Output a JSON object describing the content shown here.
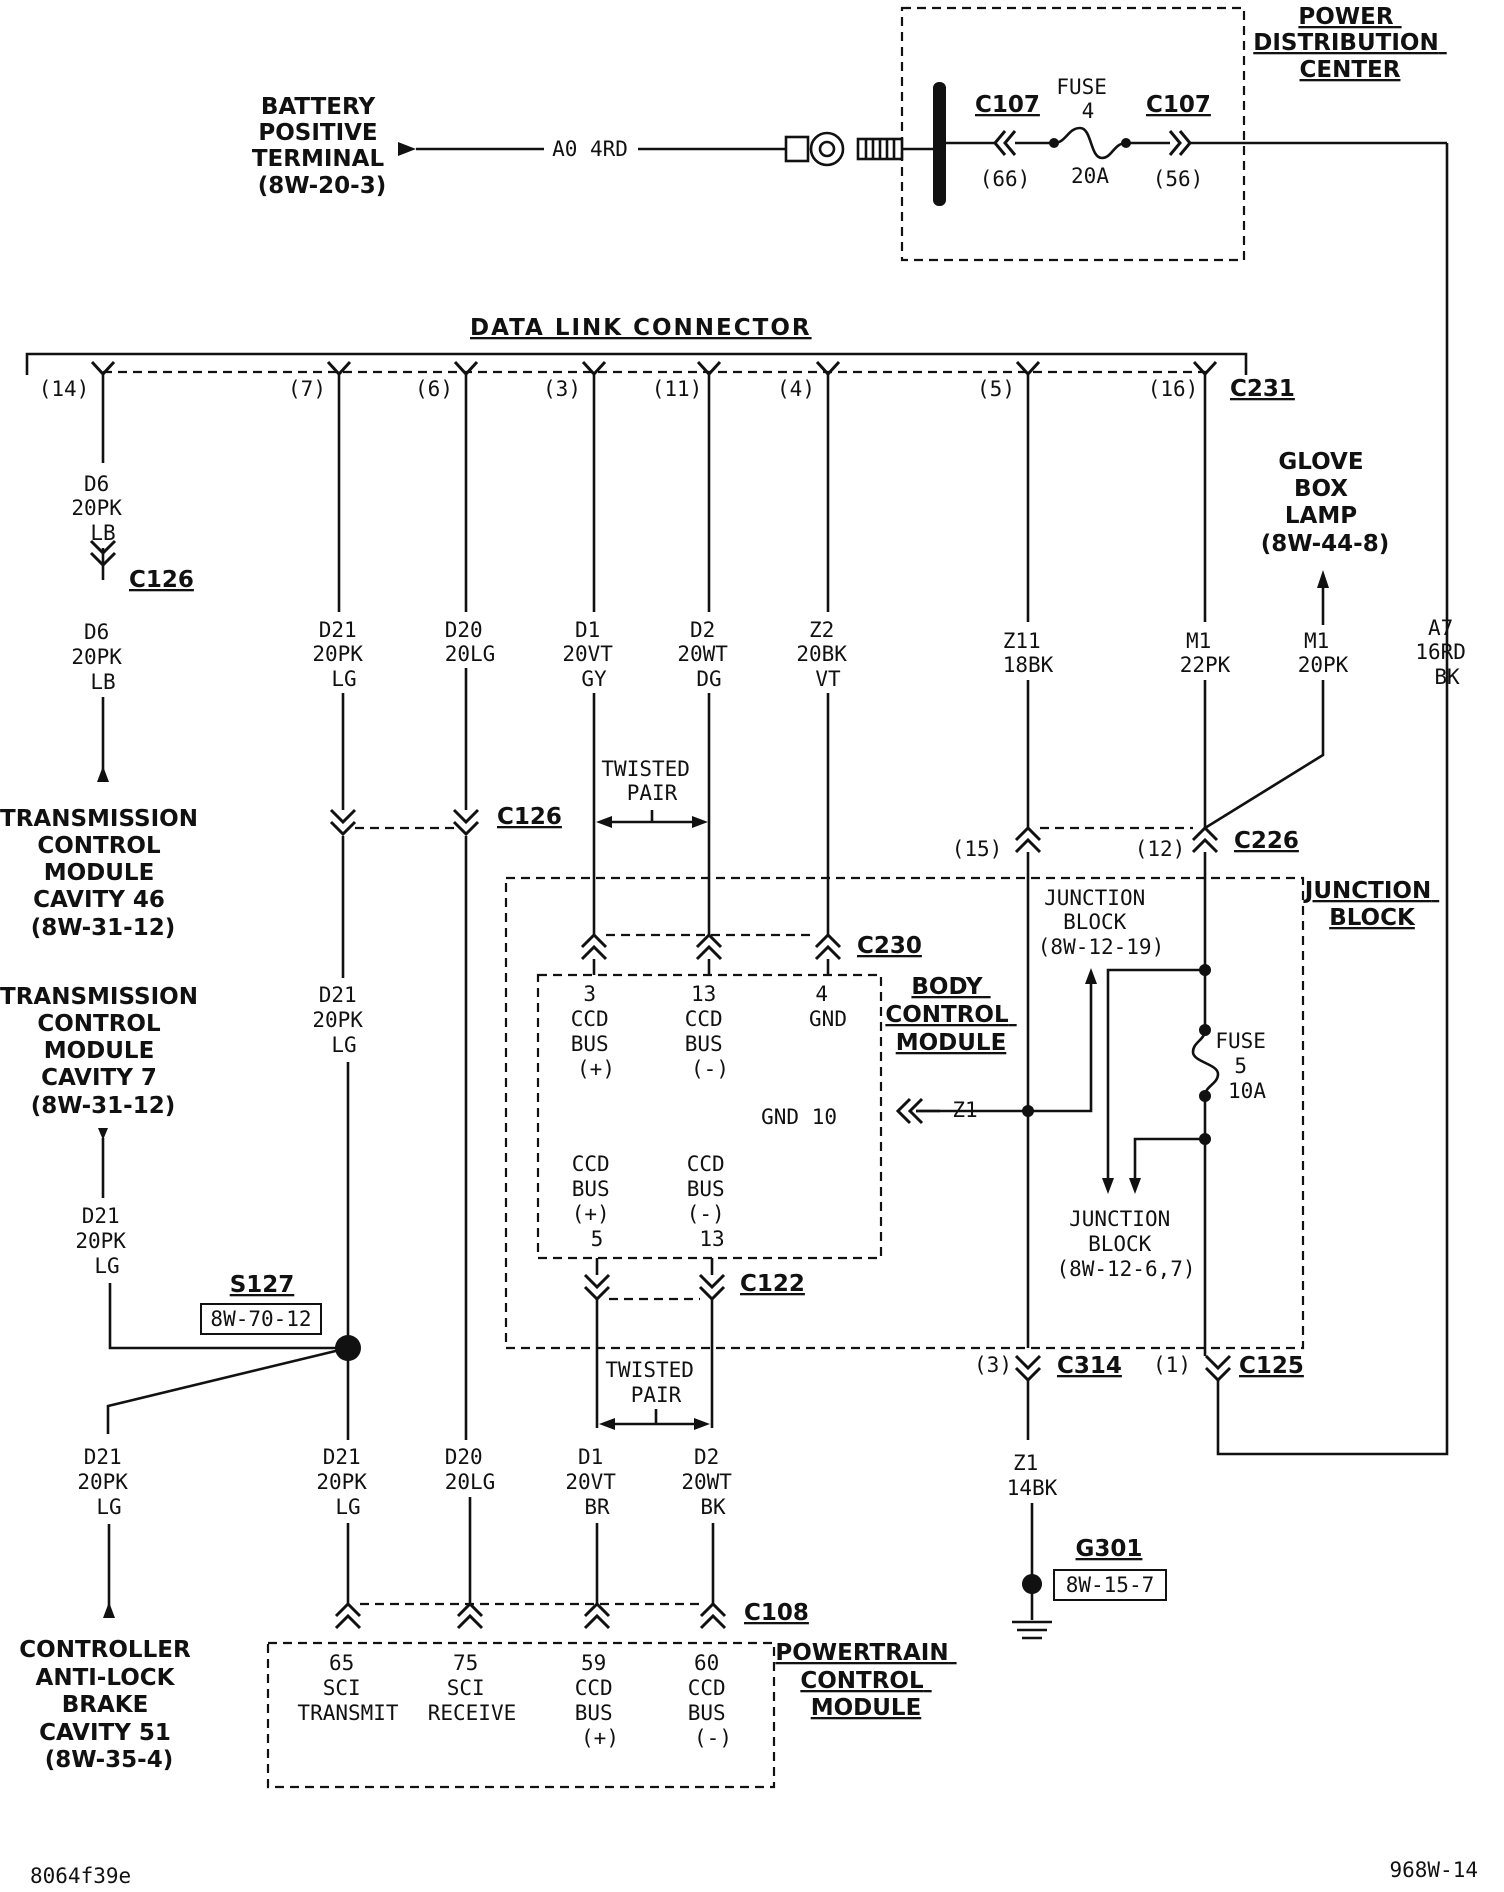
{
  "pdc": {
    "title_lines": [
      "POWER",
      "DISTRIBUTION",
      "CENTER"
    ],
    "c107": "C107",
    "fuse_lines": [
      "FUSE",
      "4"
    ],
    "rating": "20A",
    "pin_in": "(66)",
    "pin_out": "(56)"
  },
  "battery": {
    "lines": [
      "BATTERY",
      "POSITIVE",
      "TERMINAL",
      "(8W-20-3)"
    ],
    "wire": "A0 4RD"
  },
  "dlc": {
    "title": "DATA LINK CONNECTOR",
    "connector": "C231",
    "pins": [
      "(14)",
      "(7)",
      "(6)",
      "(3)",
      "(11)",
      "(4)",
      "(5)",
      "(16)"
    ]
  },
  "wires": {
    "d6": [
      "D6",
      "20PK",
      "LB"
    ],
    "d21": [
      "D21",
      "20PK",
      "LG"
    ],
    "d20": [
      "D20",
      "20LG"
    ],
    "d1": [
      "D1",
      "20VT",
      "GY"
    ],
    "d2": [
      "D2",
      "20WT",
      "DG"
    ],
    "z2": [
      "Z2",
      "20BK",
      "VT"
    ],
    "z11": [
      "Z11",
      "18BK"
    ],
    "m1a": [
      "M1",
      "22PK"
    ],
    "m1b": [
      "M1",
      "20PK"
    ],
    "a7": [
      "A7",
      "16RD",
      "BK"
    ],
    "d1b": [
      "D1",
      "20VT",
      "BR"
    ],
    "d2b": [
      "D2",
      "20WT",
      "BK"
    ],
    "z1": [
      "Z1",
      "14BK"
    ],
    "z1_short": "Z1"
  },
  "connectors": {
    "c126": "C126",
    "c226": "C226",
    "c230": "C230",
    "c122": "C122",
    "c314": "C314",
    "c125": "C125",
    "c108": "C108",
    "p15": "(15)",
    "p12": "(12)",
    "p3": "(3)",
    "p1": "(1)"
  },
  "glove_box": [
    "GLOVE",
    "BOX",
    "LAMP",
    "(8W-44-8)"
  ],
  "tcm46": [
    "TRANSMISSION",
    "CONTROL",
    "MODULE",
    "CAVITY 46",
    "(8W-31-12)"
  ],
  "tcm7": [
    "TRANSMISSION",
    "CONTROL",
    "MODULE",
    "CAVITY 7",
    "(8W-31-12)"
  ],
  "abs": [
    "CONTROLLER",
    "ANTI-LOCK",
    "BRAKE",
    "CAVITY 51",
    "(8W-35-4)"
  ],
  "twisted_pair": [
    "TWISTED",
    "PAIR"
  ],
  "junction_block": {
    "title": [
      "JUNCTION",
      "BLOCK"
    ],
    "ref1": [
      "JUNCTION",
      "BLOCK",
      "(8W-12-19)"
    ],
    "ref2": [
      "JUNCTION",
      "BLOCK",
      "(8W-12-6,7)"
    ],
    "fuse": [
      "FUSE",
      "5",
      "10A"
    ]
  },
  "bcm": {
    "title": [
      "BODY",
      "CONTROL",
      "MODULE"
    ],
    "top": [
      [
        "3",
        "CCD",
        "BUS",
        "(+)"
      ],
      [
        "13",
        "CCD",
        "BUS",
        "(-)"
      ],
      [
        "4",
        "GND"
      ]
    ],
    "bottom": [
      [
        "CCD",
        "BUS",
        "(+)",
        "5"
      ],
      [
        "CCD",
        "BUS",
        "(-)",
        "13"
      ]
    ],
    "gnd": "GND 10"
  },
  "splice": {
    "name": "S127",
    "ref": "8W-70-12"
  },
  "ground": {
    "name": "G301",
    "ref": "8W-15-7"
  },
  "pcm": {
    "title": [
      "POWERTRAIN",
      "CONTROL",
      "MODULE"
    ],
    "cavities": [
      [
        "65",
        "SCI",
        "TRANSMIT"
      ],
      [
        "75",
        "SCI",
        "RECEIVE"
      ],
      [
        "59",
        "CCD",
        "BUS",
        "(+)"
      ],
      [
        "60",
        "CCD",
        "BUS",
        "(-)"
      ]
    ]
  },
  "footer": {
    "left": "8064f39e",
    "right": "968W-14"
  }
}
